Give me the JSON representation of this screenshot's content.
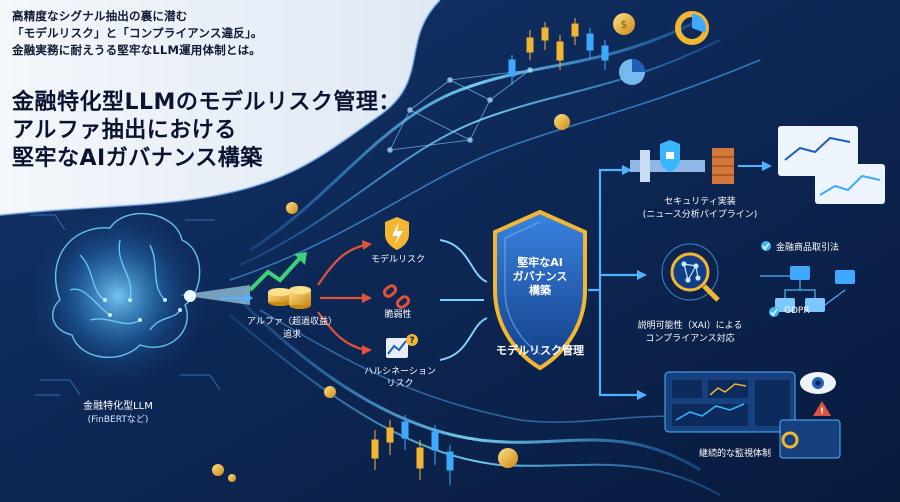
{
  "intro": {
    "line1": "高精度なシグナル抽出の裏に潜む",
    "line2": "「モデルリスク」と「コンプライアンス違反」。",
    "line3": "金融実務に耐えうる堅牢なLLM運用体制とは。"
  },
  "title": {
    "line1": "金融特化型LLMのモデルリスク管理：",
    "line2": "アルファ抽出における",
    "line3": "堅牢なAIガバナンス構築"
  },
  "brain": {
    "label": "金融特化型LLM",
    "sublabel": "(FinBERTなど)"
  },
  "alpha": {
    "label": "アルファ（超過収益）",
    "sublabel": "追求"
  },
  "risks": [
    {
      "label": "モデルリスク",
      "icon": "lightning-shield-icon"
    },
    {
      "label": "脆弱性",
      "icon": "broken-chain-icon"
    },
    {
      "label": "ハルシネーション",
      "sublabel": "リスク",
      "icon": "question-chart-icon"
    }
  ],
  "governance": {
    "shield_line1": "堅牢なAI",
    "shield_line2": "ガバナンス",
    "shield_line3": "構築",
    "caption": "モデルリスク管理"
  },
  "outcomes": {
    "security": {
      "label": "セキュリティ実装",
      "sublabel": "(ニュース分析パイプライン)"
    },
    "xai": {
      "label": "説明可能性（XAI）による",
      "sublabel": "コンプライアンス対応"
    },
    "monitoring": {
      "label": "継続的な監視体制"
    }
  },
  "regulations": {
    "item1": "金融商品取引法",
    "item2": "GDPR"
  },
  "colors": {
    "navy": "#0b2148",
    "accent_blue": "#38b6ff",
    "gold": "#f2b632",
    "risk_red": "#e0533b",
    "shield_blue": "#1f5fb8"
  }
}
